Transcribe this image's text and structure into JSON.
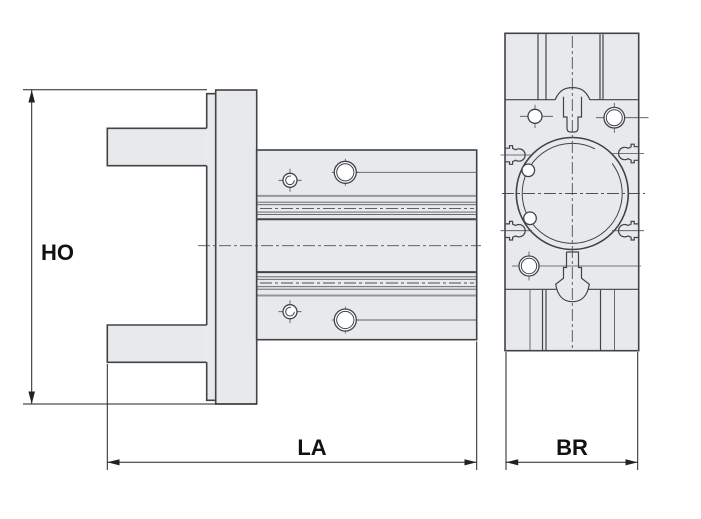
{
  "dimensions": {
    "height": {
      "label": "HO"
    },
    "length": {
      "label": "LA"
    },
    "width": {
      "label": "BR"
    }
  },
  "colors": {
    "background": "#ffffff",
    "part_fill": "#e8e9eb",
    "line": "#3f434a",
    "line_thin": "#565b62",
    "centerline": "#4b5056",
    "band_gray": "#90969c",
    "dimension": "#222222",
    "text": "#111111"
  }
}
